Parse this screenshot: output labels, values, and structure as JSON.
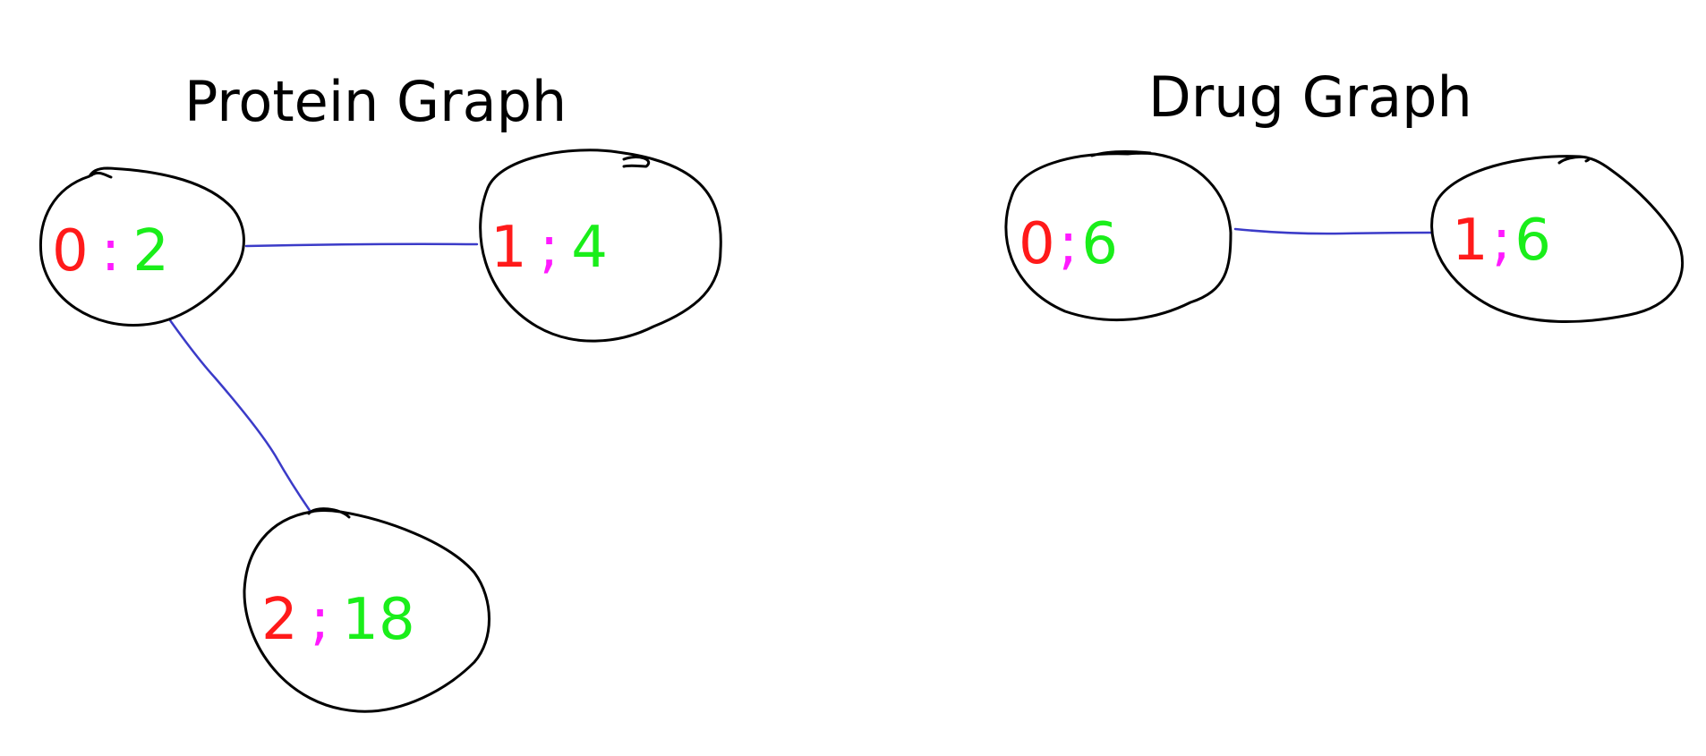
{
  "colors": {
    "outline": "#000000",
    "edge": "#3b3bc8",
    "node_id": "#ff1a1a",
    "separator": "#ff1aff",
    "node_value": "#1aee1a"
  },
  "graphs": {
    "protein": {
      "title": "Protein Graph",
      "nodes": [
        {
          "id": "0",
          "sep": ":",
          "value": "2"
        },
        {
          "id": "1",
          "sep": ";",
          "value": "4"
        },
        {
          "id": "2",
          "sep": ";",
          "value": "18"
        }
      ],
      "edges": [
        {
          "from": "0",
          "to": "1"
        },
        {
          "from": "0",
          "to": "2"
        }
      ]
    },
    "drug": {
      "title": "Drug Graph",
      "nodes": [
        {
          "id": "0",
          "sep": ";",
          "value": "6"
        },
        {
          "id": "1",
          "sep": ";",
          "value": "6"
        }
      ],
      "edges": [
        {
          "from": "0",
          "to": "1"
        }
      ]
    }
  }
}
